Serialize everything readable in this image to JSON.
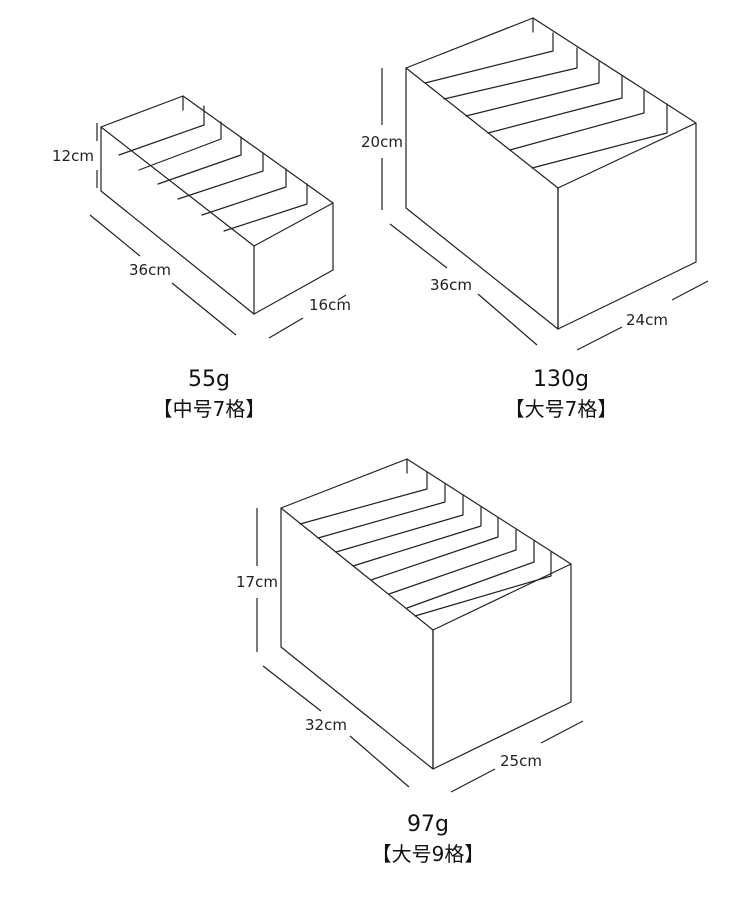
{
  "products": [
    {
      "weight": "55g",
      "size_name": "【中号7格】",
      "dims": {
        "height": "12cm",
        "length": "36cm",
        "width": "16cm"
      },
      "compartments": 7
    },
    {
      "weight": "130g",
      "size_name": "【大号7格】",
      "dims": {
        "height": "20cm",
        "length": "36cm",
        "width": "24cm"
      },
      "compartments": 7
    },
    {
      "weight": "97g",
      "size_name": "【大号9格】",
      "dims": {
        "height": "17cm",
        "length": "32cm",
        "width": "25cm"
      },
      "compartments": 9
    }
  ]
}
